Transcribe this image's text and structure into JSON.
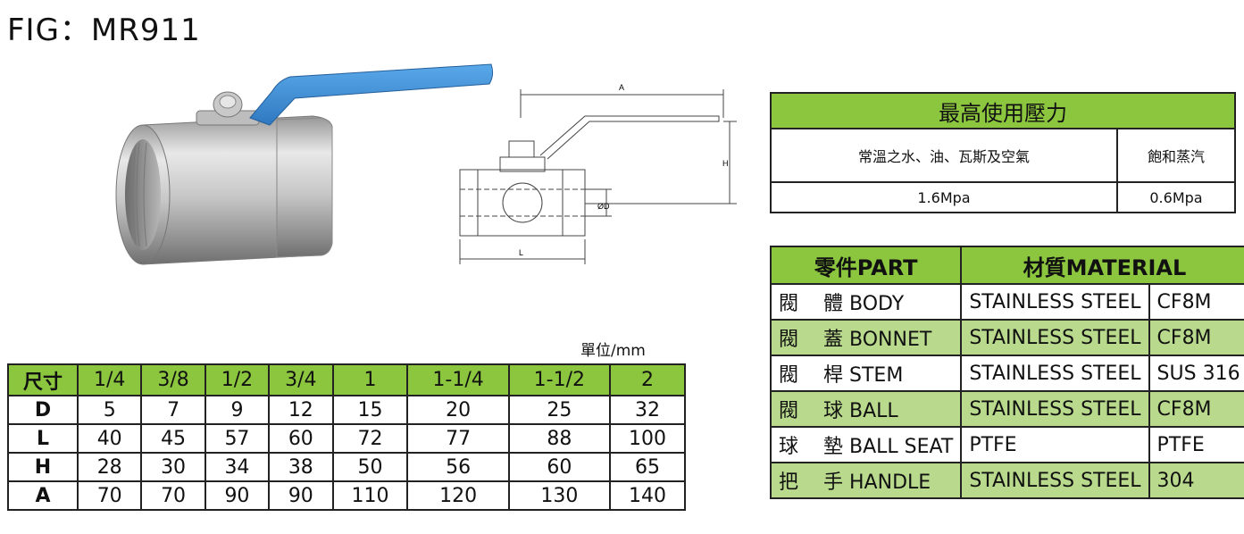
{
  "title": "FIG：MR911",
  "unit_label": "單位/mm",
  "dimensions": {
    "header_label": "尺寸",
    "sizes": [
      "1/4",
      "3/8",
      "1/2",
      "3/4",
      "1",
      "1-1/4",
      "1-1/2",
      "2"
    ],
    "rows": [
      {
        "label": "D",
        "values": [
          "5",
          "7",
          "9",
          "12",
          "15",
          "20",
          "25",
          "32"
        ]
      },
      {
        "label": "L",
        "values": [
          "40",
          "45",
          "57",
          "60",
          "72",
          "77",
          "88",
          "100"
        ]
      },
      {
        "label": "H",
        "values": [
          "28",
          "30",
          "34",
          "38",
          "50",
          "56",
          "60",
          "65"
        ]
      },
      {
        "label": "A",
        "values": [
          "70",
          "70",
          "90",
          "90",
          "110",
          "120",
          "130",
          "140"
        ]
      }
    ]
  },
  "pressure": {
    "title": "最高使用壓力",
    "columns": [
      "常溫之水、油、瓦斯及空氣",
      "飽和蒸汽"
    ],
    "values": [
      "1.6Mpa",
      "0.6Mpa"
    ]
  },
  "parts": {
    "header_part": "零件PART",
    "header_material": "材質MATERIAL",
    "rows": [
      {
        "char1": "閥",
        "char2": "體",
        "name": "BODY",
        "material": "STAINLESS STEEL",
        "grade": "CF8M"
      },
      {
        "char1": "閥",
        "char2": "蓋",
        "name": "BONNET",
        "material": "STAINLESS STEEL",
        "grade": "CF8M"
      },
      {
        "char1": "閥",
        "char2": "桿",
        "name": "STEM",
        "material": "STAINLESS STEEL",
        "grade": "SUS 316"
      },
      {
        "char1": "閥",
        "char2": "球",
        "name": "BALL",
        "material": "STAINLESS STEEL",
        "grade": "CF8M"
      },
      {
        "char1": "球",
        "char2": "墊",
        "name": "BALL SEAT",
        "material": "PTFE",
        "grade": "PTFE"
      },
      {
        "char1": "把",
        "char2": "手",
        "name": "HANDLE",
        "material": "STAINLESS STEEL",
        "grade": "304"
      }
    ]
  },
  "drawing_labels": {
    "a": "A",
    "h": "H",
    "d": "ØD",
    "l": "L"
  },
  "colors": {
    "header_green": "#8cc63f",
    "row_green": "#b9da8c",
    "handle_blue": "#3d8fd6"
  }
}
